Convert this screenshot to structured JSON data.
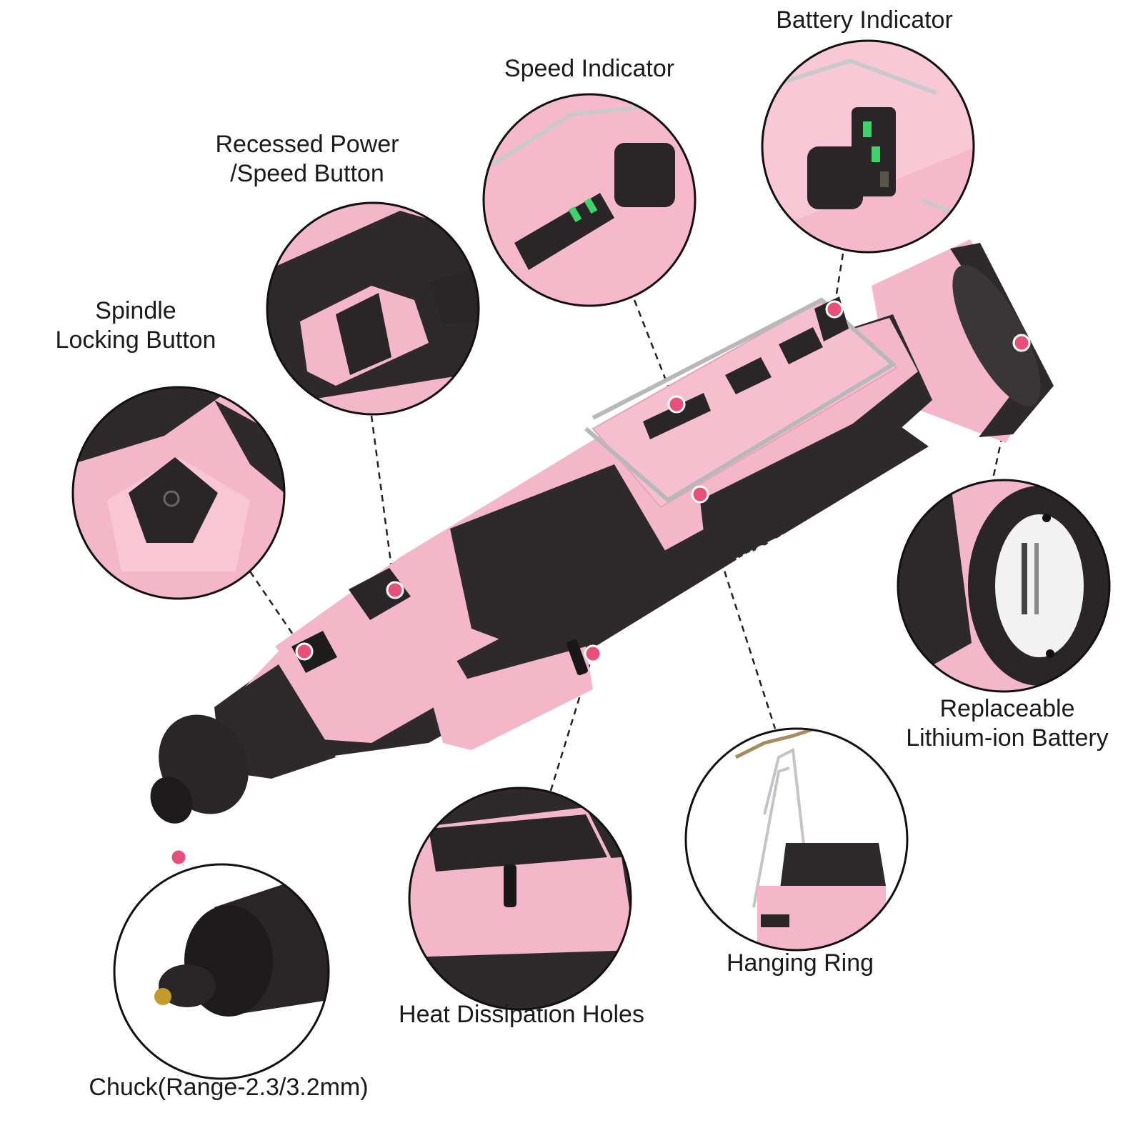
{
  "brand": "WORKPRO",
  "colors": {
    "pink": "#f4b6c9",
    "pink_light": "#f9d0dc",
    "pink_dark": "#de94ab",
    "body_black": "#2e2a2c",
    "indicator_green": "#3fd36b",
    "callout_dot": "#e8507a",
    "circle_border": "#111111"
  },
  "callouts": {
    "battery_indicator": {
      "lines": [
        "Battery Indicator"
      ],
      "icon": "battery-indicator-closeup"
    },
    "speed_indicator": {
      "lines": [
        "Speed Indicator"
      ],
      "icon": "speed-indicator-closeup"
    },
    "power_button": {
      "lines": [
        "Recessed Power",
        "/Speed Button"
      ],
      "icon": "power-button-closeup"
    },
    "spindle_lock": {
      "lines": [
        "Spindle",
        "Locking Button"
      ],
      "icon": "spindle-lock-closeup"
    },
    "battery": {
      "lines": [
        "Replaceable",
        "Lithium-ion Battery"
      ],
      "icon": "battery-closeup"
    },
    "hanging_ring": {
      "lines": [
        "Hanging Ring"
      ],
      "icon": "hanging-ring-closeup"
    },
    "heat_holes": {
      "lines": [
        "Heat Dissipation Holes"
      ],
      "icon": "heat-holes-closeup"
    },
    "chuck": {
      "lines": [
        "Chuck(Range-2.3/3.2mm)"
      ],
      "icon": "chuck-closeup"
    }
  }
}
